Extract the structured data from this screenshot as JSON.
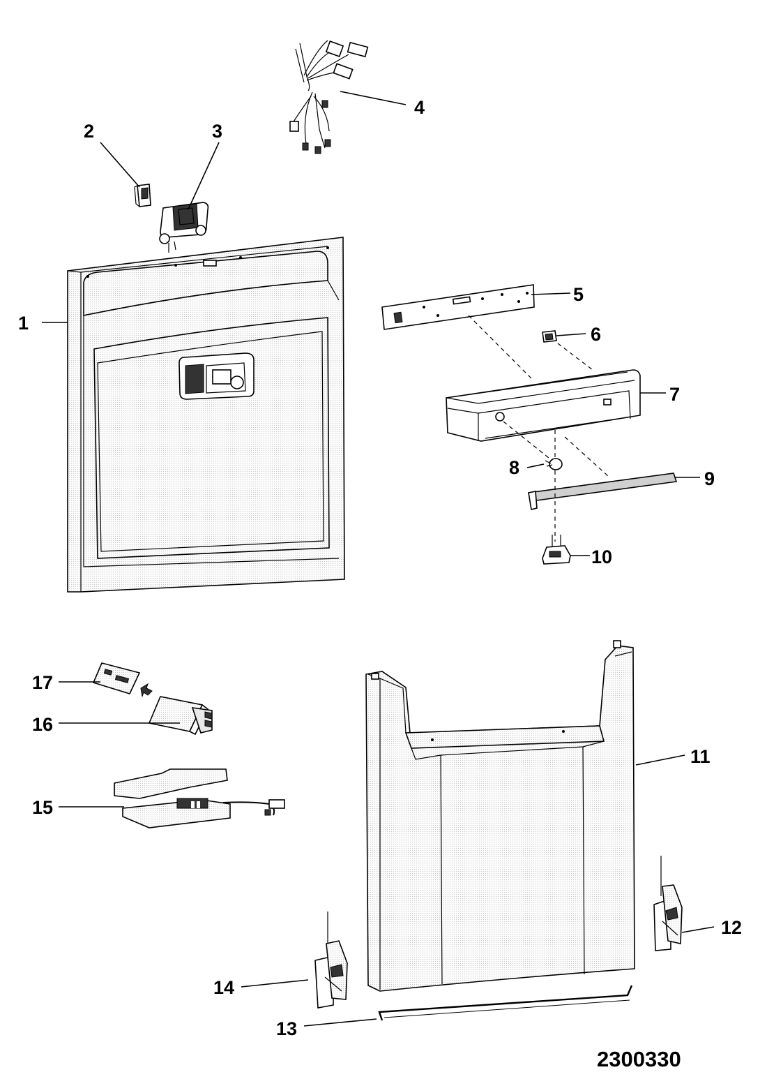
{
  "diagram_code": "2300330",
  "parts": [
    {
      "id": "1",
      "label": "1",
      "description": "inner-door-panel"
    },
    {
      "id": "2",
      "label": "2",
      "description": "small-bracket"
    },
    {
      "id": "3",
      "label": "3",
      "description": "door-latch"
    },
    {
      "id": "4",
      "label": "4",
      "description": "wiring-harness"
    },
    {
      "id": "5",
      "label": "5",
      "description": "control-board"
    },
    {
      "id": "6",
      "label": "6",
      "description": "clip"
    },
    {
      "id": "7",
      "label": "7",
      "description": "control-panel-housing"
    },
    {
      "id": "8",
      "label": "8",
      "description": "button"
    },
    {
      "id": "9",
      "label": "9",
      "description": "trim-strip"
    },
    {
      "id": "10",
      "label": "10",
      "description": "handle"
    },
    {
      "id": "11",
      "label": "11",
      "description": "outer-door-panel"
    },
    {
      "id": "12",
      "label": "12",
      "description": "right-hinge"
    },
    {
      "id": "13",
      "label": "13",
      "description": "bottom-rod"
    },
    {
      "id": "14",
      "label": "14",
      "description": "left-hinge"
    },
    {
      "id": "15",
      "label": "15",
      "description": "electronic-module"
    },
    {
      "id": "16",
      "label": "16",
      "description": "dispenser-box"
    },
    {
      "id": "17",
      "label": "17",
      "description": "label-plate"
    }
  ]
}
